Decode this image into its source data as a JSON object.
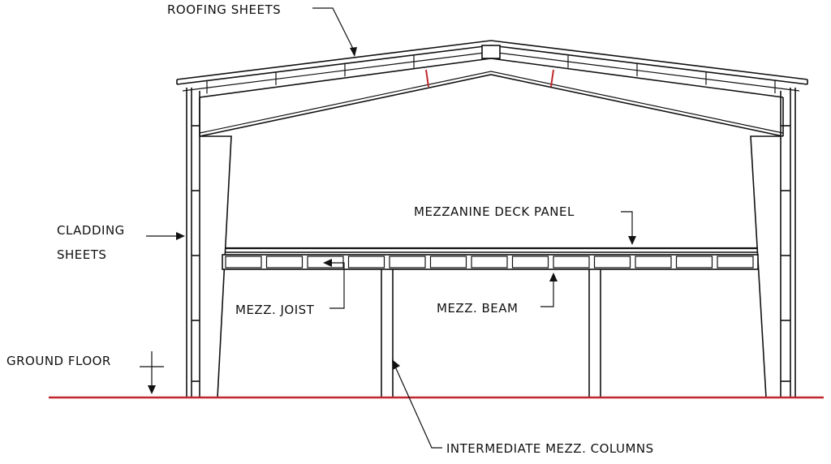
{
  "labels": {
    "roofing_sheets": "ROOFING SHEETS",
    "cladding_sheets_line1": "CLADDING",
    "cladding_sheets_line2": "SHEETS",
    "mezzanine_deck_panel": "MEZZANINE DECK PANEL",
    "mezz_joist": "MEZZ. JOIST",
    "mezz_beam": "MEZZ. BEAM",
    "ground_floor": "GROUND FLOOR",
    "intermediate_mezz_columns": "INTERMEDIATE MEZZ. COLUMNS"
  },
  "colors": {
    "line": "#111111",
    "ground_line": "#c0282d",
    "ridge_brace": "#c0282d",
    "background": "#ffffff"
  }
}
